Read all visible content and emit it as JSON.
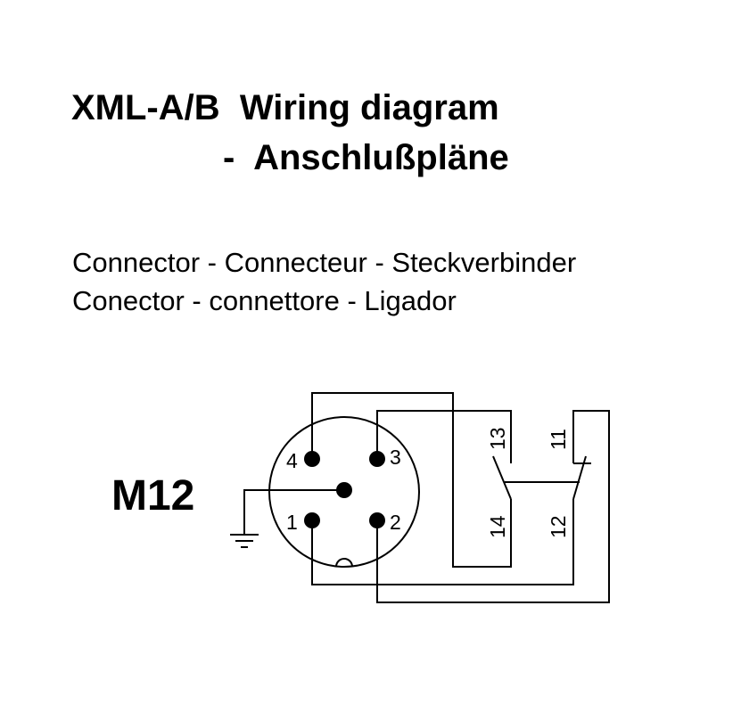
{
  "title": {
    "line1": "XML-A/B  Wiring diagram",
    "line2": "-  Anschlußpläne"
  },
  "subtitle": {
    "line1": "Connector - Connecteur - Steckverbinder",
    "line2": "Conector - connettore - Ligador"
  },
  "diagram": {
    "connector_label": "M12",
    "pins": [
      "1",
      "2",
      "3",
      "4"
    ],
    "contacts": [
      "13",
      "14",
      "11",
      "12"
    ]
  },
  "colors": {
    "ink": "#000000",
    "background": "#ffffff"
  },
  "icons": [
    "ground-icon",
    "connector-circle",
    "switch-contact"
  ]
}
